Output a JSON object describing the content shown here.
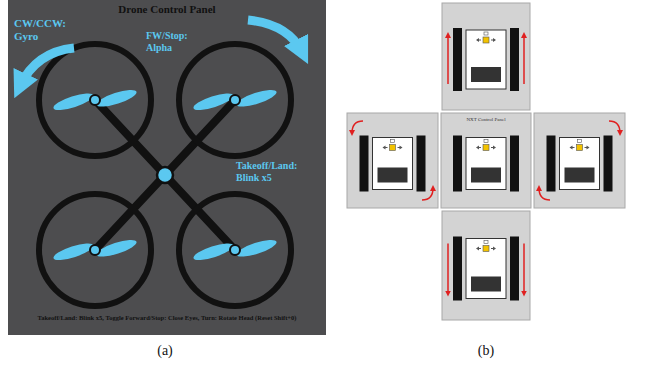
{
  "diagram": {
    "nodes": [
      {
        "text": [
          "Drone Control Panel",
          "CW/CCW: Gyro",
          "FW/Stop: Alpha",
          "Takeoff/Land: Blink x5",
          "Takeoff/Land: Blink x5, Toggle Forward/Stop: Close Eyes, Turn: Rotate Head (Reset Shift+0)"
        ]
      },
      {
        "text": [
          "NXT Control Panel"
        ]
      }
    ],
    "labels": [
      "(a)",
      "(b)"
    ]
  }
}
